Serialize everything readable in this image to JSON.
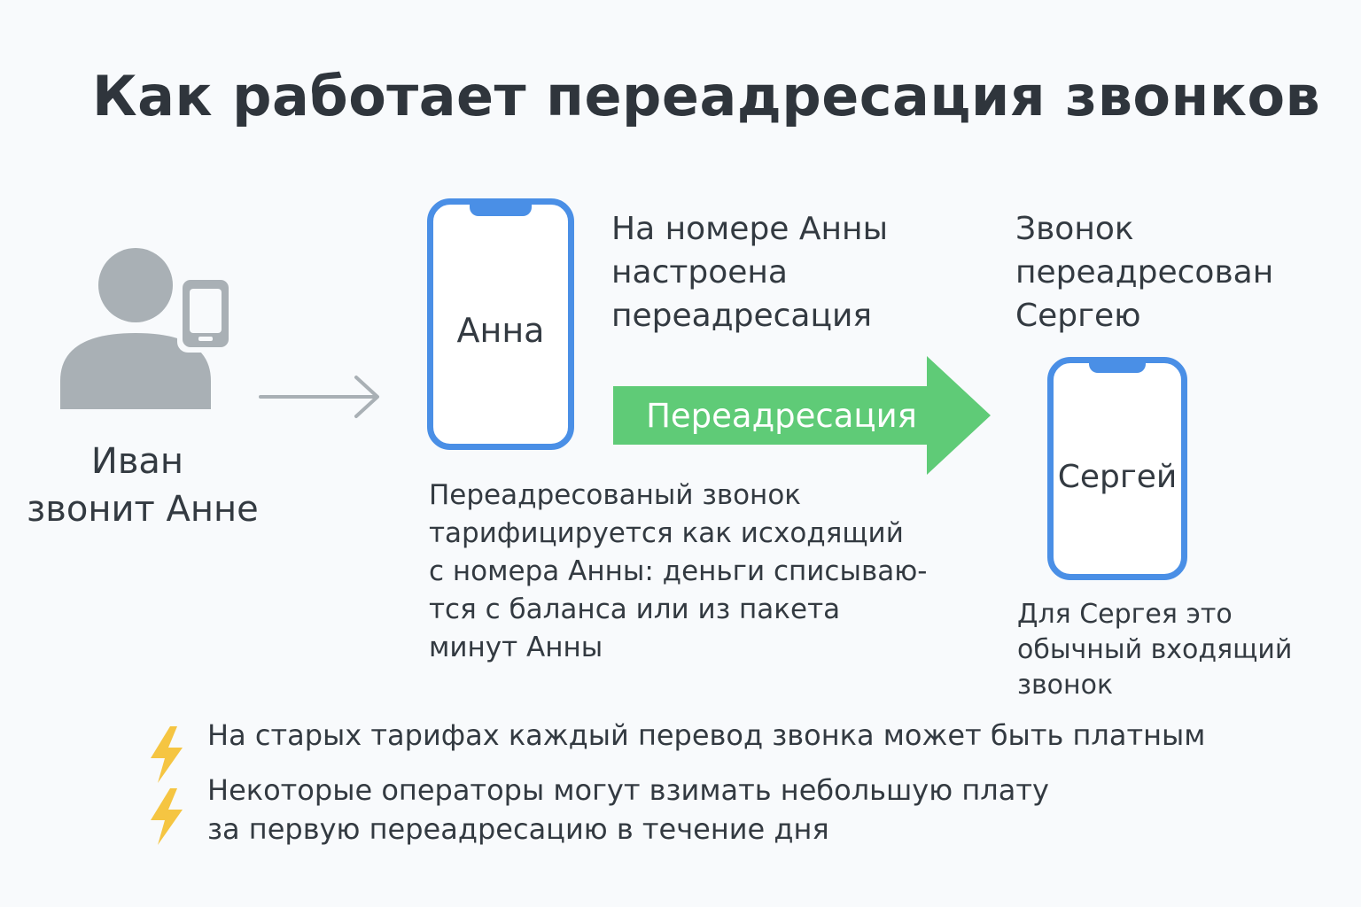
{
  "title": "Как работает переадресация звонков",
  "caller": {
    "name": "Иван",
    "action": "звонит Анне"
  },
  "anna_phone": {
    "label": "Анна"
  },
  "anna_setup": {
    "lines": [
      "На номере Анны",
      "настроена",
      "переадресация"
    ]
  },
  "forward_arrow": {
    "label": "Переадресация"
  },
  "forwarded_note": {
    "lines": [
      "Звонок",
      "переадресован",
      "Сергею"
    ]
  },
  "sergey_phone": {
    "label": "Сергей"
  },
  "billing_note": {
    "lines": [
      "Переадресованый звонок",
      "тарифицируется как исходящий",
      "с номера Анны: деньги списываю-",
      "тся с баланса или из пакета",
      "минут Анны"
    ]
  },
  "sergey_note": {
    "lines": [
      "Для Сергея это",
      "обычный входящий",
      "звонок"
    ]
  },
  "notes": [
    {
      "icon": "lightning-icon",
      "lines": [
        "На старых тарифах каждый перевод звонка может быть платным"
      ]
    },
    {
      "icon": "lightning-icon",
      "lines": [
        "Некоторые операторы могут взимать небольшую плату",
        "за первую переадресацию в течение дня"
      ]
    }
  ],
  "colors": {
    "phone_frame": "#4a8fe6",
    "arrow_green": "#5fcb77",
    "person_gray": "#a9b0b5",
    "bolt_yellow": "#f5c542",
    "text": "#333a41"
  }
}
